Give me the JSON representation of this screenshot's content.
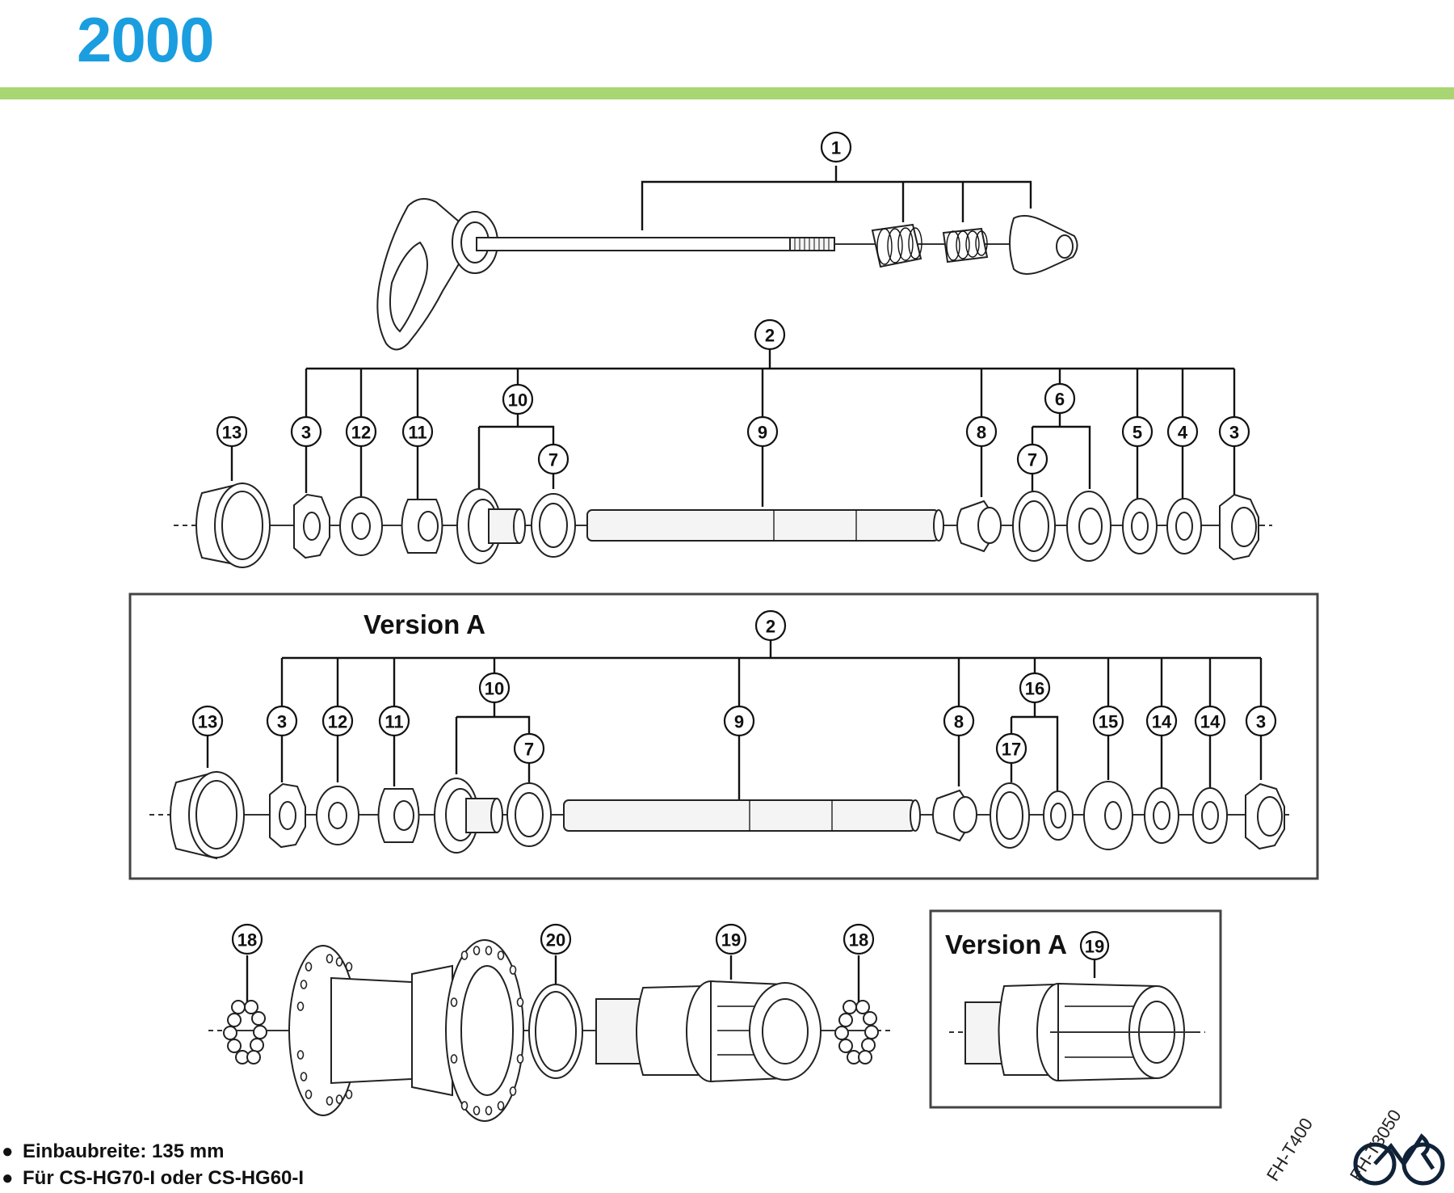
{
  "header": {
    "title": "2000",
    "accent_color": "#1a9ee0",
    "bar_color": "#a8d672"
  },
  "quick_release": {
    "callout": "1"
  },
  "axle_assembly": {
    "callout": "2",
    "parts": [
      {
        "callout": "13",
        "name": "dust-cap"
      },
      {
        "callout": "3",
        "name": "lock-nut"
      },
      {
        "callout": "12",
        "name": "washer"
      },
      {
        "callout": "11",
        "name": "spacer"
      },
      {
        "callout": "10",
        "name": "cone-with-seal"
      },
      {
        "callout": "7",
        "name": "seal-ring"
      },
      {
        "callout": "9",
        "name": "hub-axle"
      },
      {
        "callout": "8",
        "name": "cone"
      },
      {
        "callout": "6",
        "name": "seal-group"
      },
      {
        "callout": "7",
        "name": "seal-ring"
      },
      {
        "callout": "5",
        "name": "washer"
      },
      {
        "callout": "4",
        "name": "washer"
      },
      {
        "callout": "3",
        "name": "lock-nut"
      }
    ]
  },
  "version_a_axle": {
    "label": "Version A",
    "callout": "2",
    "parts": [
      {
        "callout": "13",
        "name": "dust-cap"
      },
      {
        "callout": "3",
        "name": "lock-nut"
      },
      {
        "callout": "12",
        "name": "washer"
      },
      {
        "callout": "11",
        "name": "spacer"
      },
      {
        "callout": "10",
        "name": "cone-with-seal"
      },
      {
        "callout": "7",
        "name": "seal-ring"
      },
      {
        "callout": "9",
        "name": "hub-axle"
      },
      {
        "callout": "8",
        "name": "cone"
      },
      {
        "callout": "16",
        "name": "seal-group"
      },
      {
        "callout": "17",
        "name": "seal-ring"
      },
      {
        "callout": "15",
        "name": "spacer"
      },
      {
        "callout": "14",
        "name": "washer"
      },
      {
        "callout": "14",
        "name": "washer"
      },
      {
        "callout": "3",
        "name": "lock-nut"
      }
    ]
  },
  "hub_body": {
    "callouts": [
      "18",
      "20",
      "19",
      "18"
    ]
  },
  "version_a_freehub": {
    "label": "Version A",
    "callout": "19"
  },
  "notes": [
    "Einbaubreite: 135 mm",
    "Für CS-HG70-I oder CS-HG60-I"
  ],
  "models": [
    "FH-T400",
    "FH-T3050"
  ]
}
